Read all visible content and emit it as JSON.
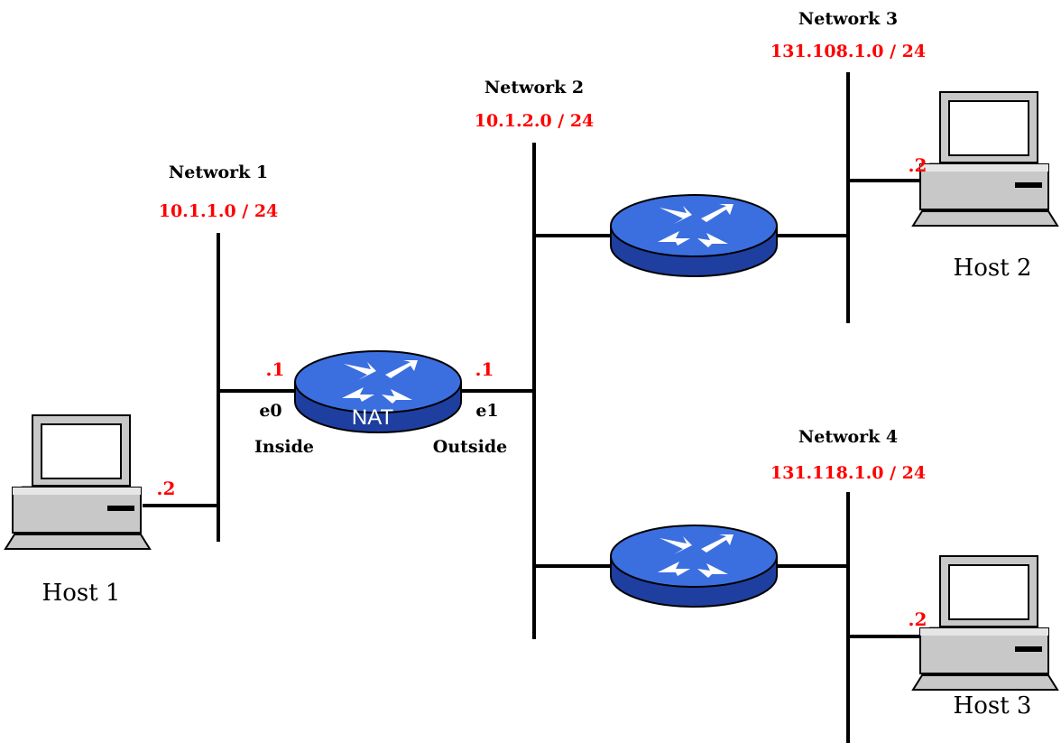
{
  "networks": [
    {
      "name": "Network 1",
      "subnet": "10.1.1.0 / 24"
    },
    {
      "name": "Network 2",
      "subnet": "10.1.2.0 / 24"
    },
    {
      "name": "Network 3",
      "subnet": "131.108.1.0 / 24"
    },
    {
      "name": "Network 4",
      "subnet": "131.118.1.0 / 24"
    }
  ],
  "hosts": [
    {
      "name": "Host 1",
      "addr": ".2"
    },
    {
      "name": "Host 2",
      "addr": ".2"
    },
    {
      "name": "Host 3",
      "addr": ".2"
    }
  ],
  "nat_router": {
    "label": "NAT",
    "inside_addr": ".1",
    "outside_addr": ".1",
    "inside_iface": "e0",
    "outside_iface": "e1",
    "inside_label": "Inside",
    "outside_label": "Outside"
  },
  "colors": {
    "router_blue": "#3b6fe0",
    "router_dark": "#1e3fa0",
    "address_red": "#ff0000",
    "pc_body": "#c8c8c8",
    "pc_screen": "#ffffff"
  }
}
